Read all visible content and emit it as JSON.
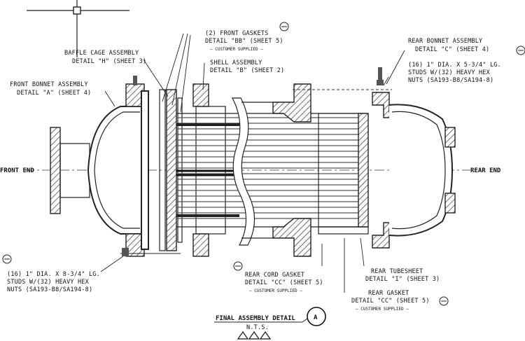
{
  "labels": {
    "front_gaskets": "(2) FRONT GASKETS",
    "front_gaskets_detail": "DETAIL \"BB\" (SHEET 5)",
    "front_gaskets_note": "— CUSTOMER SUPPLIED —",
    "baffle_cage": "BAFFLE CAGE ASSEMBLY",
    "baffle_cage_detail": "DETAIL \"H\" (SHEET 3)",
    "shell_assembly": "SHELL ASSEMBLY",
    "shell_assembly_detail": "DETAIL \"B\" (SHEET 2)",
    "front_bonnet": "FRONT BONNET ASSEMBLY",
    "front_bonnet_detail": "DETAIL \"A\" (SHEET 4)",
    "rear_bonnet": "REAR BONNET ASSEMBLY",
    "rear_bonnet_detail": "DETAIL \"C\" (SHEET 4)",
    "rear_studs_1": "(16) 1\" DIA. X 5-3/4\" LG.",
    "rear_studs_2": "STUDS W/(32) HEAVY HEX",
    "rear_studs_3": "NUTS (SA193-B8/SA194-8)",
    "front_end": "FRONT END",
    "rear_end": "REAR END",
    "front_studs_1": "(16) 1\" DIA. X 8-3/4\" LG.",
    "front_studs_2": "STUDS W/(32) HEAVY HEX",
    "front_studs_3": "NUTS (SA193-B8/SA194-8)",
    "rear_cord_gasket": "REAR CORD GASKET",
    "rear_cord_gasket_detail": "DETAIL \"CC\" (SHEET 5)",
    "rear_cord_gasket_note": "— CUSTOMER SUPPLIED —",
    "rear_tubesheet": "REAR TUBESHEET",
    "rear_tubesheet_detail": "DETAIL \"I\" (SHEET 3)",
    "rear_gasket": "REAR GASKET",
    "rear_gasket_detail": "DETAIL \"CC\" (SHEET 5)",
    "rear_gasket_note": "— CUSTOMER SUPPLIED —",
    "final_title": "FINAL ASSEMBLY DETAIL",
    "scale": "N.T.S.",
    "detail_letter": "A"
  }
}
